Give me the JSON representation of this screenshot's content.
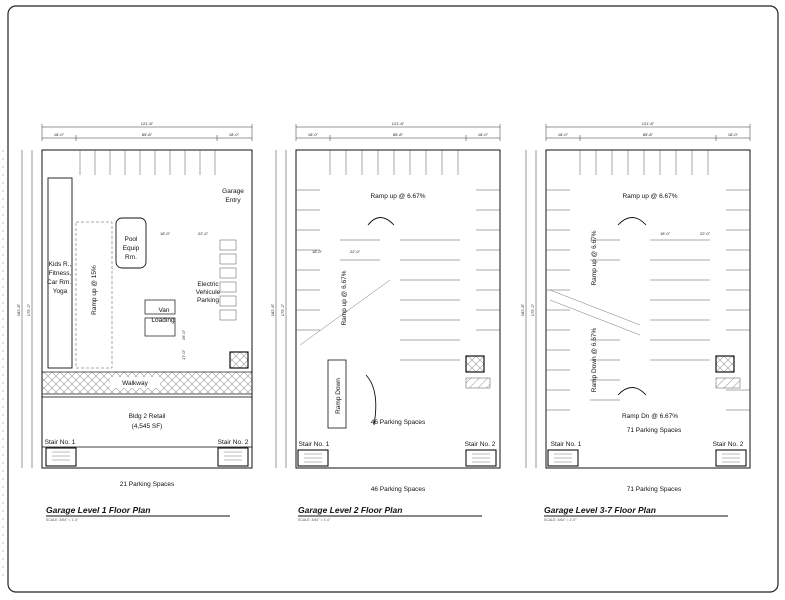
{
  "plans": [
    {
      "title": "Garage Level 1 Floor Plan",
      "scale": "SCALE: 3/64\" = 1'-0\"",
      "parking_caption": "21 Parking Spaces",
      "rooms": {
        "kids": [
          "Kids R.,",
          "Fitness,",
          "Car Rm.,",
          "Yoga"
        ],
        "ramp": "Ramp up @ 15%",
        "pool": [
          "Pool",
          "Equip",
          "Rm."
        ],
        "van": "Van",
        "loading": "Loading",
        "ev": [
          "Electric",
          "Vehicule",
          "Parking"
        ],
        "garage_entry": [
          "Garage",
          "Entry"
        ],
        "walkway": "Walkway",
        "retail": [
          "Bldg 2 Retail",
          "(4,545 SF)"
        ],
        "stair1": "Stair No. 1",
        "stair2": "Stair No. 2"
      },
      "dims": {
        "overall_w": "121'-8\"",
        "seg_left": "18'-0\"",
        "seg_mid": "85'-8\"",
        "seg_right": "18'-0\"",
        "overall_h": "182'-8\"",
        "inner_h": "175'-2\"",
        "d1": "22'-0\"",
        "d2": "18'-0\"",
        "d3": "26'-0\"",
        "d4": "17'-0\""
      }
    },
    {
      "title": "Garage Level 2 Floor Plan",
      "scale": "SCALE: 3/64\" = 1'-0\"",
      "parking_caption": "46 Parking Spaces",
      "interior_caption": "46 Parking Spaces",
      "rooms": {
        "ramp_top": "Ramp up @ 6.67%",
        "ramp_vert": "Ramp up @ 6.67%",
        "ramp_down": "Ramp Down",
        "stair1": "Stair No. 1",
        "stair2": "Stair No. 2"
      },
      "dims": {
        "overall_w": "121'-8\"",
        "seg_left": "18'-0\"",
        "seg_mid": "85'-8\"",
        "seg_right": "18'-0\"",
        "overall_h": "182'-8\"",
        "inner_h": "175'-2\"",
        "d1": "22'-0\"",
        "d2": "18'-0\""
      }
    },
    {
      "title": "Garage Level 3-7 Floor Plan",
      "scale": "SCALE: 3/64\" = 1'-0\"",
      "parking_caption": "71 Parking Spaces",
      "interior_caption": "71 Parking Spaces",
      "rooms": {
        "ramp_top": "Ramp up @ 6.67%",
        "ramp_vert1": "Ramp Down @ 6.67%",
        "ramp_vert2": "Ramp up @ 6.67%",
        "ramp_dn": "Ramp Dn @ 6.67%",
        "stair1": "Stair No. 1",
        "stair2": "Stair No. 2"
      },
      "dims": {
        "overall_w": "121'-8\"",
        "seg_left": "18'-0\"",
        "seg_mid": "85'-8\"",
        "seg_right": "18'-0\"",
        "overall_h": "182'-8\"",
        "inner_h": "175'-2\"",
        "d1": "22'-0\"",
        "d2": "18'-0\""
      }
    }
  ]
}
